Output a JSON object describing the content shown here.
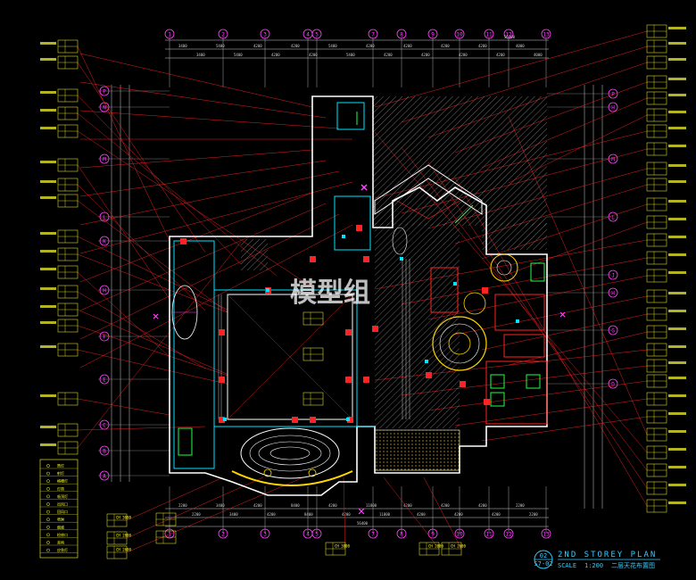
{
  "watermark": "模型组",
  "title": {
    "drawing_no_top": "02",
    "drawing_no_bottom": "S7-02",
    "name": "2ND   STOREY   PLAN",
    "scale_label": "SCALE",
    "scale_value": "1:200",
    "cn_name": "二层天花布置图"
  },
  "grid": {
    "columns": [
      "1",
      "2",
      "3",
      "4",
      "5",
      "7",
      "8",
      "9",
      "10",
      "11",
      "12",
      "13"
    ],
    "rows_left": [
      "P",
      "N",
      "M",
      "L",
      "K",
      "H",
      "F",
      "E",
      "C",
      "B",
      "A"
    ],
    "rows_right": [
      "P",
      "H",
      "M",
      "L",
      "J",
      "H",
      "G",
      "D"
    ]
  },
  "dimensions": {
    "top_overall": "56400",
    "top": [
      "3400",
      "5400",
      "4200",
      "4200",
      "5400",
      "4200",
      "4200",
      "4200",
      "4200",
      "4000"
    ],
    "bottom": [
      "2200",
      "3400",
      "4200",
      "8400",
      "4200",
      "11800",
      "4200",
      "4200",
      "4200",
      "2200"
    ],
    "bottom_overall": "56400"
  },
  "colors": {
    "background": "#000000",
    "wall": "#ffffff",
    "grid_line": "#ff44ff",
    "leader": "#ff2222",
    "callout": "#ffff33",
    "hatch": "#9a9a9a",
    "cyan": "#00e5ff",
    "green": "#22ff44",
    "ceiling_light": "#ffd700"
  },
  "legend": {
    "title": "",
    "items": [
      "筒灯",
      "射灯",
      "格栅灯",
      "灯带",
      "吸顶灯",
      "出风口",
      "回风口",
      "喷淋",
      "烟感",
      "检修口",
      "音响",
      "应急灯"
    ]
  },
  "bottom_tags": [
    "CH 3000",
    "CH 2800",
    "CH 2600",
    "CH 3000",
    "CH 2800",
    "CH 2600"
  ]
}
